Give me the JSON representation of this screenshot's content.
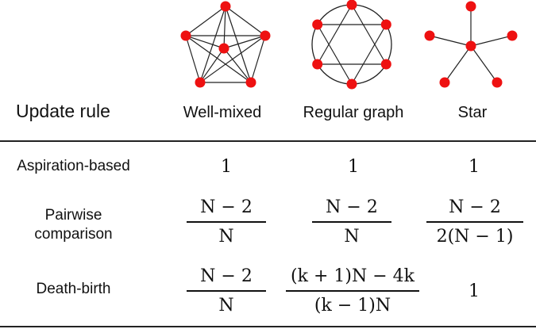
{
  "header": {
    "update_rule": "Update rule",
    "well_mixed": "Well-mixed",
    "regular_graph": "Regular graph",
    "star": "Star"
  },
  "rows": [
    {
      "label_lines": [
        "Aspiration-based"
      ],
      "well_mixed": "1",
      "regular_graph": "1",
      "star": "1"
    },
    {
      "label_lines": [
        "Pairwise",
        "comparison"
      ],
      "well_mixed": {
        "num": "N − 2",
        "den": "N"
      },
      "regular_graph": {
        "num": "N − 2",
        "den": "N"
      },
      "star": {
        "num": "N − 2",
        "den": "2(N − 1)"
      }
    },
    {
      "label_lines": [
        "Death-birth"
      ],
      "well_mixed": {
        "num": "N − 2",
        "den": "N"
      },
      "regular_graph": {
        "num": "(k + 1)N − 4k",
        "den": "(k − 1)N"
      },
      "star": "1"
    }
  ],
  "colors": {
    "node": "#ee1111",
    "edge": "#222222",
    "text": "#111111"
  },
  "graphs": [
    "complete-graph-icon",
    "ring-regular-graph-icon",
    "star-graph-icon"
  ]
}
